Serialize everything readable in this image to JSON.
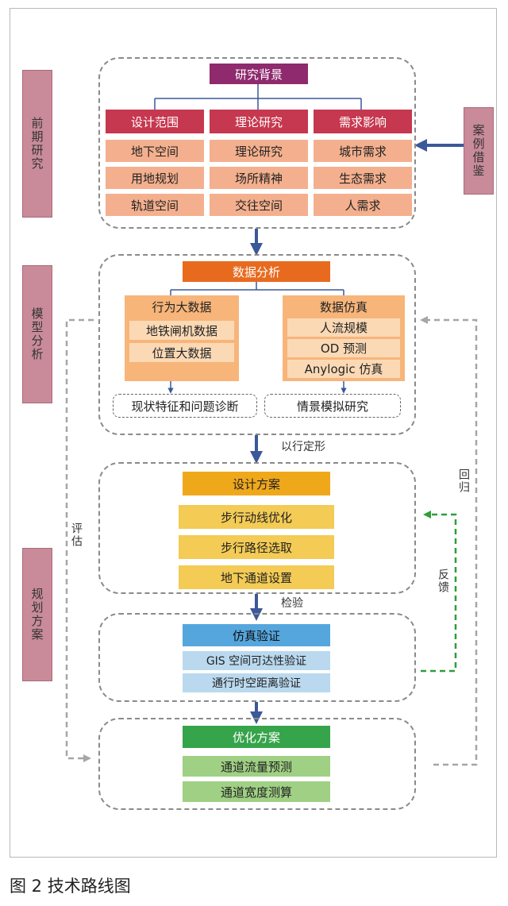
{
  "side_labels": {
    "early": "前期研究",
    "model": "模型分析",
    "plan": "规划方案",
    "case": "案例借鉴"
  },
  "background": {
    "title": "研究背景",
    "columns": [
      {
        "header": "设计范围",
        "items": [
          "地下空间",
          "用地规划",
          "轨道空间"
        ]
      },
      {
        "header": "理论研究",
        "items": [
          "理论研究",
          "场所精神",
          "交往空间"
        ]
      },
      {
        "header": "需求影响",
        "items": [
          "城市需求",
          "生态需求",
          "人需求"
        ]
      }
    ]
  },
  "analysis": {
    "title": "数据分析",
    "left": {
      "header": "行为大数据",
      "items": [
        "地铁闸机数据",
        "位置大数据"
      ],
      "result": "现状特征和问题诊断"
    },
    "right": {
      "header": "数据仿真",
      "items": [
        "人流规模",
        "OD 预测",
        "Anylogic 仿真"
      ],
      "result": "情景模拟研究"
    }
  },
  "design": {
    "title": "设计方案",
    "items": [
      "步行动线优化",
      "步行路径选取",
      "地下通道设置"
    ]
  },
  "verify": {
    "title": "仿真验证",
    "items": [
      "GIS 空间可达性验证",
      "通行时空距离验证"
    ]
  },
  "optimize": {
    "title": "优化方案",
    "items": [
      "通道流量预测",
      "通道宽度测算"
    ]
  },
  "edge_labels": {
    "shape": "以行定形",
    "check": "检验",
    "evaluate": "评估",
    "return": "回归",
    "feedback": "反馈"
  },
  "caption": "图 2  技术路线图",
  "colors": {
    "flow_arrow": "#3b5998",
    "feedback_arrow": "#2e9e3a",
    "loop_arrow": "#a6a6a6"
  }
}
